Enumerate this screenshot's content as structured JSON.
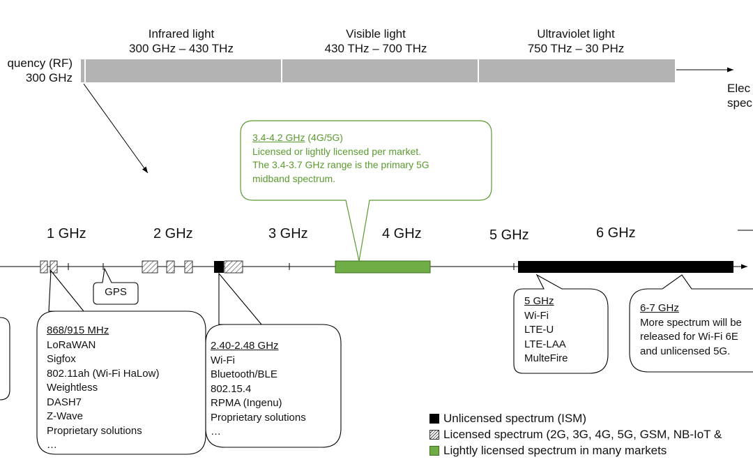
{
  "colors": {
    "unlicensed": "#000000",
    "lightly_licensed": "#70ad47",
    "em_bar": "#b3b3b3",
    "callout_green": "#5a9a2e"
  },
  "spectrum_top": {
    "rf_label": [
      "quency (RF)",
      "300 GHz"
    ],
    "bands": [
      {
        "name": "Infrared light",
        "range": "300 GHz – 430 THz"
      },
      {
        "name": "Visible light",
        "range": "430 THz – 700 THz"
      },
      {
        "name": "Ultraviolet light",
        "range": "750 THz – 30 PHz"
      }
    ],
    "em_label": [
      "Elec",
      "spec"
    ]
  },
  "axis_labels": [
    "1 GHz",
    "2 GHz",
    "3 GHz",
    "4 GHz",
    "5 GHz",
    "6 GHz"
  ],
  "gps_label": "GPS",
  "callouts": {
    "cband": {
      "title": "3.4-4.2 GHz",
      "title_suffix": " (4G/5G)",
      "lines": [
        "Licensed or lightly licensed per market.",
        "The 3.4-3.7 GHz range is the primary 5G",
        "midband spectrum."
      ]
    },
    "subghz": {
      "title": "868/915 MHz",
      "items": [
        "LoRaWAN",
        "Sigfox",
        "802.11ah (Wi-Fi HaLow)",
        "Weightless",
        "DASH7",
        "Z-Wave",
        "Proprietary solutions",
        "…"
      ]
    },
    "ism24": {
      "title": "2.40-2.48 GHz",
      "items": [
        "Wi-Fi",
        "Bluetooth/BLE",
        "802.15.4",
        "RPMA (Ingenu)",
        "Proprietary solutions",
        "…"
      ]
    },
    "five": {
      "title": "5 GHz",
      "items": [
        "Wi-Fi",
        "LTE-U",
        "LTE-LAA",
        "MulteFire"
      ]
    },
    "six": {
      "title": "6-7 GHz",
      "lines": [
        "More spectrum will be",
        "released for Wi-Fi 6E",
        "and unlicensed 5G."
      ]
    }
  },
  "legend": [
    {
      "swatch": "unlicensed",
      "label": "Unlicensed spectrum (ISM)"
    },
    {
      "swatch": "licensed",
      "label": "Licensed spectrum (2G, 3G, 4G, 5G, GSM, NB-IoT &"
    },
    {
      "swatch": "lightly",
      "label": "Lightly licensed spectrum in many markets"
    }
  ]
}
